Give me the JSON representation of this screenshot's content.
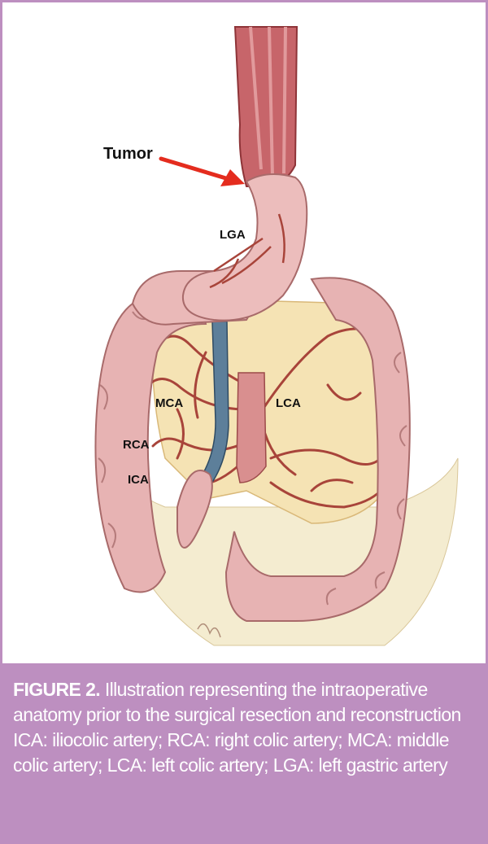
{
  "figure": {
    "labels": {
      "tumor": "Tumor",
      "lga": "LGA",
      "mca": "MCA",
      "lca": "LCA",
      "rca": "RCA",
      "ica": "ICA"
    },
    "caption": {
      "figure_number": "FIGURE 2.",
      "title": "Illustration representing the intraoperative anatomy prior to the surgical resection and reconstruction",
      "abbreviations": "ICA: iliocolic artery; RCA: right colic artery; MCA: middle colic artery; LCA: left colic artery; LGA: left gastric artery"
    },
    "colors": {
      "frame": "#bd8fc0",
      "colon": "#e7b3b3",
      "vessel": "#a8443a",
      "mesentery": "#f5e3b4",
      "vein": "#5d7f9a",
      "arrow": "#e42c1e"
    }
  }
}
